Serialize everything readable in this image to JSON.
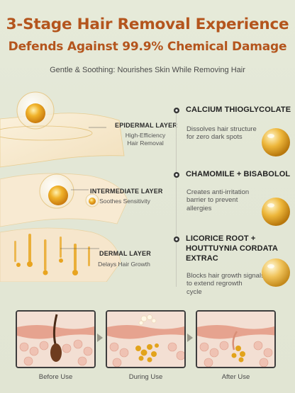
{
  "header": {
    "title_line1": "3-Stage Hair Removal Experience",
    "title_line2": "Defends Against 99.9% Chemical Damage",
    "subtitle": "Gentle & Soothing: Nourishes Skin While Removing Hair"
  },
  "layers": [
    {
      "label": "EPIDERMAL LAYER",
      "desc_line1": "High-Efficiency",
      "desc_line2": "Hair Removal"
    },
    {
      "label": "INTERMEDIATE LAYER",
      "desc_line1": "Soothes Sensitivity",
      "desc_line2": ""
    },
    {
      "label": "DERMAL LAYER",
      "desc_line1": "Delays Hair Growth",
      "desc_line2": ""
    }
  ],
  "ingredients": [
    {
      "title_line1": "CALCIUM THIOGLYCOLATE",
      "title_line2": "",
      "title_line3": "",
      "desc_line1": "Dissolves hair structure",
      "desc_line2": "for zero dark spots",
      "desc_line3": ""
    },
    {
      "title_line1": "CHAMOMILE + BISABOLOL",
      "title_line2": "",
      "title_line3": "",
      "desc_line1": "Creates anti-irritation",
      "desc_line2": "barrier to prevent",
      "desc_line3": "allergies"
    },
    {
      "title_line1": "LICORICE ROOT +",
      "title_line2": "HOUTTUYNIA CORDATA",
      "title_line3": "EXTRAC",
      "desc_line1": "Blocks hair growth signals",
      "desc_line2": "to extend regrowth",
      "desc_line3": "cycle"
    }
  ],
  "stages": [
    {
      "caption": "Before Use"
    },
    {
      "caption": "During Use"
    },
    {
      "caption": "After Use"
    }
  ],
  "colors": {
    "title": "#b4551d",
    "background": "#e4e8d7",
    "gold": "#e7a21f"
  }
}
